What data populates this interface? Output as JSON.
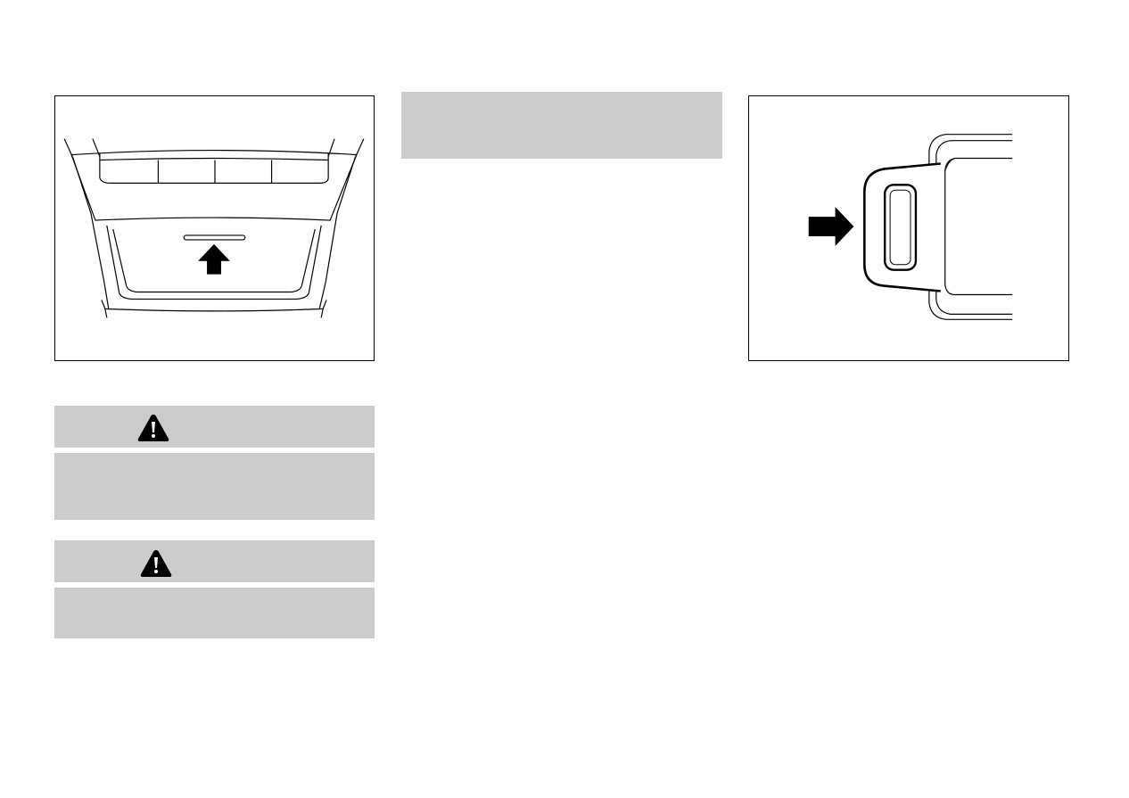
{
  "figures": [
    {
      "name": "overhead-console-illustration",
      "icon": "overhead-console-lid-push-up-arrow"
    },
    {
      "name": "seatbelt-buckle-illustration",
      "icon": "buckle-release-push-arrow"
    }
  ],
  "warnings": [
    {
      "icon": "warning-triangle-icon"
    },
    {
      "icon": "warning-triangle-icon"
    }
  ],
  "colors": {
    "panel_gray": "#cccccc",
    "line": "#000000",
    "background": "#ffffff"
  }
}
